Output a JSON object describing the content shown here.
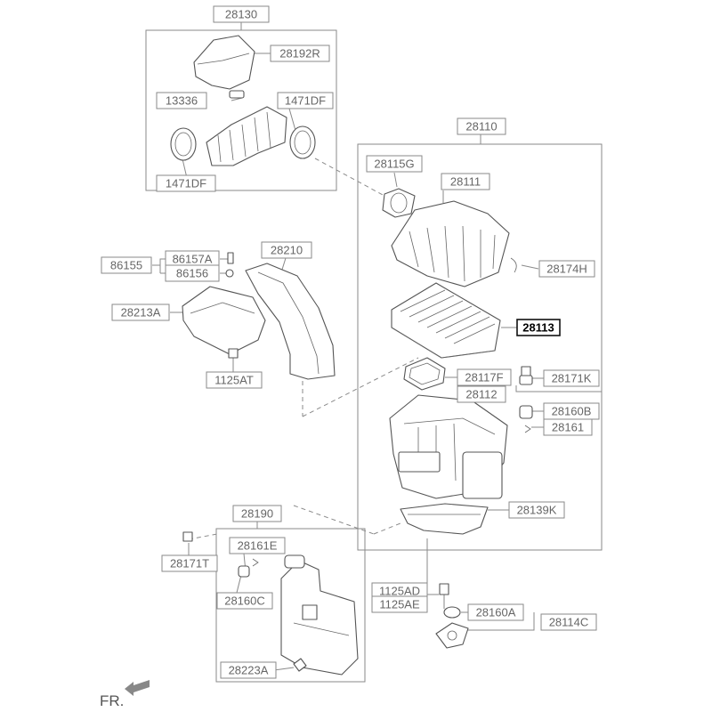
{
  "labels": [
    {
      "id": "28130",
      "text": "28130"
    },
    {
      "id": "28192R",
      "text": "28192R"
    },
    {
      "id": "13336",
      "text": "13336"
    },
    {
      "id": "1471DF_a",
      "text": "1471DF"
    },
    {
      "id": "1471DF_b",
      "text": "1471DF"
    },
    {
      "id": "28110",
      "text": "28110"
    },
    {
      "id": "28115G",
      "text": "28115G"
    },
    {
      "id": "28111",
      "text": "28111"
    },
    {
      "id": "28174H",
      "text": "28174H"
    },
    {
      "id": "28113",
      "text": "28113",
      "highlight": true
    },
    {
      "id": "28117F",
      "text": "28117F"
    },
    {
      "id": "28171K",
      "text": "28171K"
    },
    {
      "id": "28112",
      "text": "28112"
    },
    {
      "id": "28160B",
      "text": "28160B"
    },
    {
      "id": "28161",
      "text": "28161"
    },
    {
      "id": "28139K",
      "text": "28139K"
    },
    {
      "id": "86155",
      "text": "86155"
    },
    {
      "id": "86157A",
      "text": "86157A"
    },
    {
      "id": "86156",
      "text": "86156"
    },
    {
      "id": "28210",
      "text": "28210"
    },
    {
      "id": "28213A",
      "text": "28213A"
    },
    {
      "id": "1125AT",
      "text": "1125AT"
    },
    {
      "id": "28190",
      "text": "28190"
    },
    {
      "id": "28161E",
      "text": "28161E"
    },
    {
      "id": "28171T",
      "text": "28171T"
    },
    {
      "id": "28160C",
      "text": "28160C"
    },
    {
      "id": "1125AD",
      "text": "1125AD"
    },
    {
      "id": "1125AE",
      "text": "1125AE"
    },
    {
      "id": "28160A",
      "text": "28160A"
    },
    {
      "id": "28114C",
      "text": "28114C"
    },
    {
      "id": "28223A",
      "text": "28223A"
    }
  ],
  "direction": {
    "text": "FR."
  },
  "colors": {
    "line": "#8a8a8a",
    "text": "#666666",
    "highlight": "#000000"
  }
}
